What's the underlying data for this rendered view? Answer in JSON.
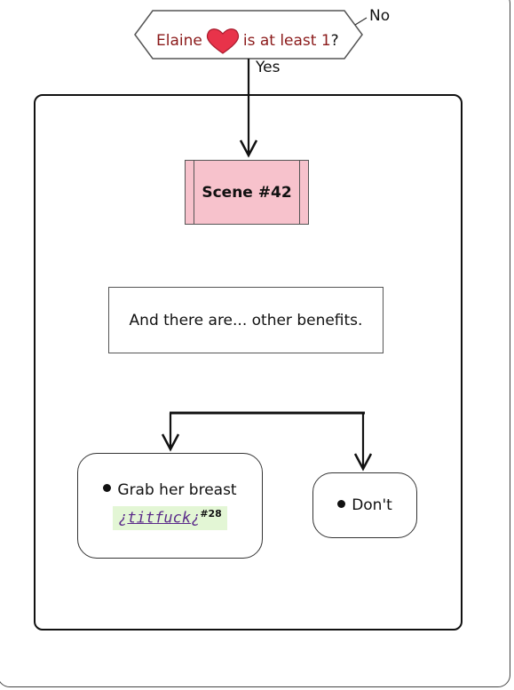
{
  "condition": {
    "character": "Elaine",
    "icon": "heart-icon",
    "icon_color": "#e8334a",
    "text": "is at least",
    "threshold": "1",
    "suffix": "?"
  },
  "branches": {
    "no_label": "No",
    "yes_label": "Yes"
  },
  "scene": {
    "label": "Scene #42",
    "fill_color": "#f7c2cc"
  },
  "narration": {
    "text": "And there are... other benefits."
  },
  "choices": [
    {
      "label": "Grab her breast",
      "tag": {
        "open": "¿",
        "word": "titfuck",
        "close": "¿",
        "ref": "#28"
      }
    },
    {
      "label": "Don't"
    }
  ]
}
